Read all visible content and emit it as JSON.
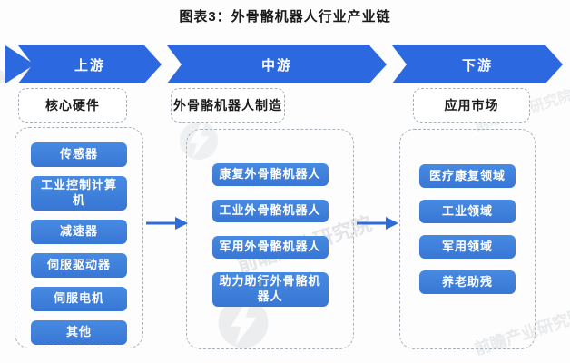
{
  "title": "图表3：外骨骼机器人行业产业链",
  "banner": {
    "segments": [
      {
        "label": "上游"
      },
      {
        "label": "中游"
      },
      {
        "label": "下游"
      }
    ]
  },
  "columns": [
    {
      "header": "核心硬件",
      "items": [
        "传感器",
        "工业控制计算机",
        "减速器",
        "伺服驱动器",
        "伺服电机",
        "其他"
      ]
    },
    {
      "header": "外骨骼机器人制造",
      "items": [
        "康复外骨骼机器人",
        "工业外骨骼机器人",
        "军用外骨骼机器人",
        "助力助行外骨骼机器人"
      ]
    },
    {
      "header": "应用市场",
      "items": [
        "医疗康复领域",
        "工业领域",
        "军用领域",
        "养老助残"
      ]
    }
  ],
  "icons": {
    "flow_arrow": "right-arrow-icon",
    "watermark_logo": "qianzhan-logo-icon"
  },
  "colors": {
    "banner_blue": "#2c68e0",
    "item_blue": "#3d7eda",
    "dashed_border_gray": "#a8b0ba",
    "text_black": "#1b1b1b",
    "watermark_gray": "#c4c8ce"
  },
  "watermark": {
    "text": "前瞻产业研究院"
  }
}
